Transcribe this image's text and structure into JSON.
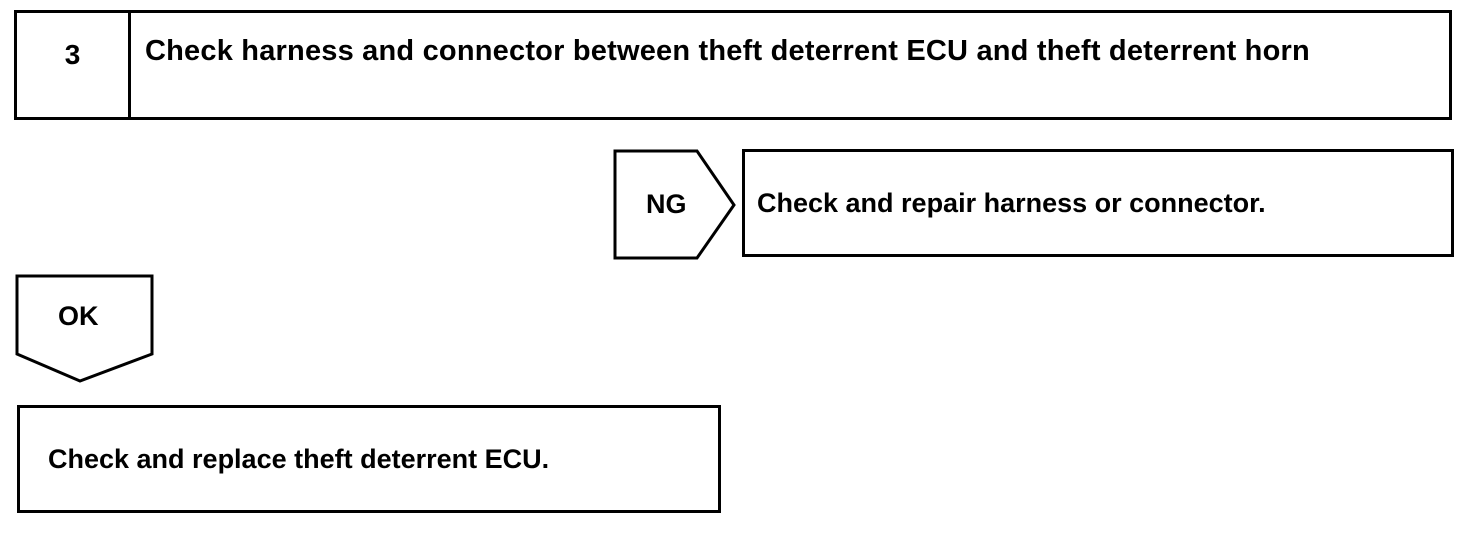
{
  "step": {
    "number": "3",
    "title": "Check harness and connector between theft deterrent ECU and theft deterrent horn"
  },
  "ng_branch": {
    "label": "NG",
    "action": "Check and repair harness or connector."
  },
  "ok_branch": {
    "label": "OK",
    "action": "Check and replace theft deterrent ECU."
  }
}
